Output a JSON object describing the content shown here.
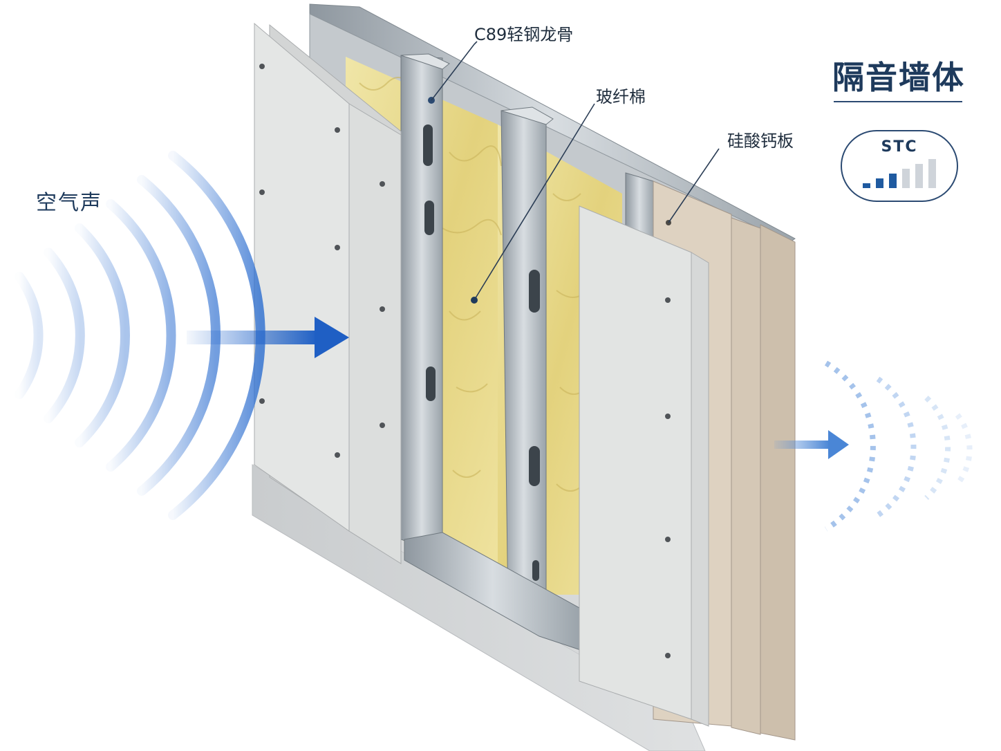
{
  "labels": {
    "airborne_sound": "空气声",
    "stud": "C89轻钢龙骨",
    "glass_wool": "玻纤棉",
    "silicate_board": "硅酸钙板"
  },
  "title": "隔音墙体",
  "badge": {
    "text": "STC",
    "bars": [
      {
        "level": 1,
        "color": "#1f5aa0"
      },
      {
        "level": 2,
        "color": "#1f5aa0"
      },
      {
        "level": 3,
        "color": "#1f5aa0"
      },
      {
        "level": 4,
        "color": "#cfd4da"
      },
      {
        "level": 5,
        "color": "#cfd4da"
      },
      {
        "level": 6,
        "color": "#cfd4da"
      }
    ]
  },
  "colors": {
    "accent": "#1f5aa0",
    "wave": "#2e6fd0",
    "board_light": "#dcdedd",
    "board_beige": "#d8ccbb",
    "wool": "#e7d98e",
    "steel": "#b8bec3"
  }
}
